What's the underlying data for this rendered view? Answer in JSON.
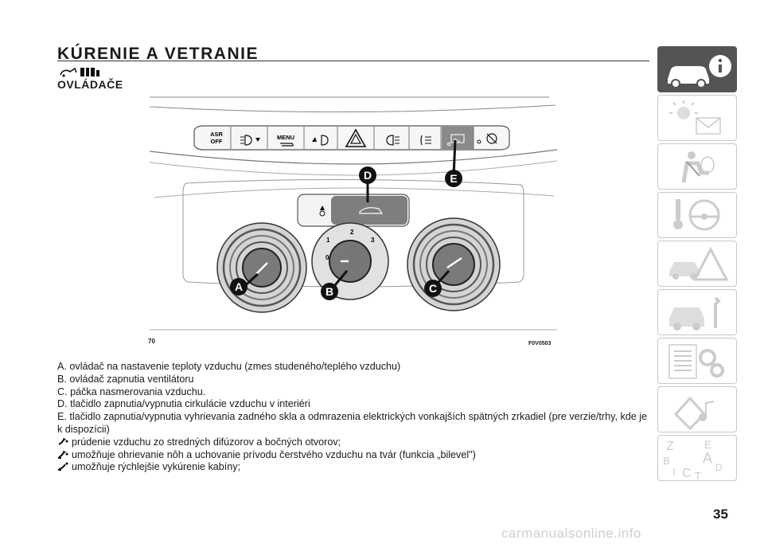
{
  "header": {
    "title": "KÚRENIE A VETRANIE",
    "subtitle": "OVLÁDAČE"
  },
  "figure": {
    "page_ref": "70",
    "code": "F0V0503",
    "callouts": [
      "A",
      "B",
      "C",
      "D",
      "E"
    ],
    "buttons": {
      "asr_line1": "ASR",
      "asr_line2": "OFF",
      "menu": "MENU"
    },
    "fan_scale": [
      "0",
      "1",
      "2",
      "3"
    ]
  },
  "body": {
    "items": [
      "A. ovládač na nastavenie teploty vzduchu (zmes studeného/teplého vzduchu)",
      "B. ovládač zapnutia ventilátoru",
      "C. páčka nasmerovania vzduchu.",
      "D. tlačidlo zapnutia/vypnutia cirkulácie vzduchu v interiéri",
      "E. tlačidlo zapnutia/vypnutia vyhrievania zadného skla a odmrazenia elektrických vonkajších spätných zrkadiel (pre verzie/trhy, kde je k dispozícii)"
    ],
    "airflow_modes": [
      "prúdenie vzduchu zo stredných difúzorov a bočných otvorov;",
      "umožňuje ohrievanie nôh a uchovanie prívodu čerstvého vzduchu na tvár (funkcia „bilevel\")",
      "umožňuje rýchlejšie vykúrenie kabíny;"
    ]
  },
  "sidebar": {
    "tabs": [
      {
        "icon": "car-info-icon",
        "active": true
      },
      {
        "icon": "warning-lights-icon",
        "active": false
      },
      {
        "icon": "airbag-seatbelt-icon",
        "active": false
      },
      {
        "icon": "steering-key-icon",
        "active": false
      },
      {
        "icon": "warning-triangle-car-icon",
        "active": false
      },
      {
        "icon": "car-wrench-icon",
        "active": false
      },
      {
        "icon": "specs-gears-icon",
        "active": false
      },
      {
        "icon": "multimedia-icon",
        "active": false
      },
      {
        "icon": "alphabet-index-icon",
        "active": false
      }
    ],
    "index_letters": [
      "Z",
      "E",
      "B",
      "A",
      "D",
      "I",
      "C",
      "T"
    ]
  },
  "footer": {
    "page_number": "35",
    "watermark": "carmanualsonline.info"
  },
  "colors": {
    "text": "#1a1a1a",
    "active_tab": "#545454",
    "tab_border": "#c8c8c8",
    "watermark": "#cfcfcf"
  }
}
